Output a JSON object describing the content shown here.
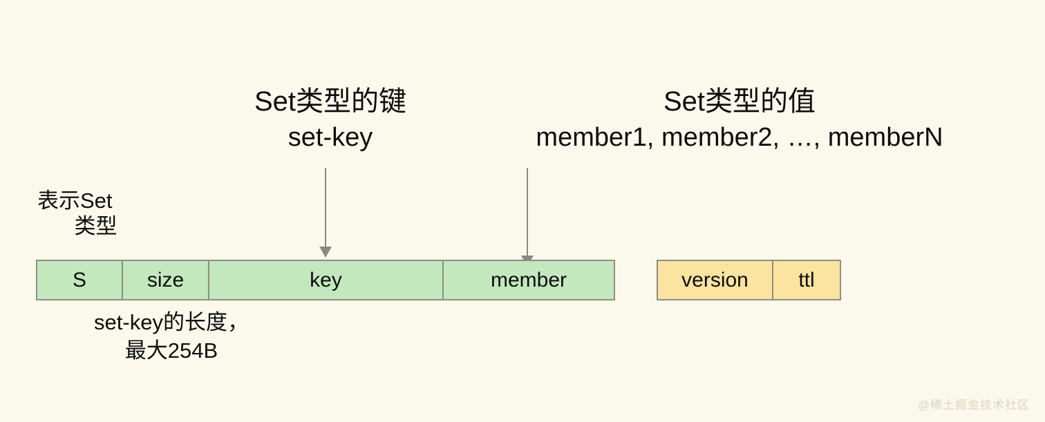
{
  "page": {
    "background_color": "#fbf8ec",
    "title": "Redis Set 类型编码结构示意图"
  },
  "annotations": {
    "key": {
      "line1": "Set类型的键",
      "line2": "set-key"
    },
    "value": {
      "line1": "Set类型的值",
      "line2": "member1, member2, …, memberN"
    },
    "type_marker": {
      "line1": "表示Set",
      "line2": "类型"
    },
    "size_note": {
      "line1": "set-key的长度，",
      "line2": "最大254B"
    }
  },
  "arrows": [
    {
      "name": "arrow-to-key",
      "target": "key",
      "color": "#8a8a80"
    },
    {
      "name": "arrow-to-member",
      "target": "member",
      "color": "#8a8a80"
    }
  ],
  "structure": {
    "key_record": {
      "fill_color": "#c3e8bd",
      "border_color": "#8d8d83",
      "fields": [
        {
          "label": "S"
        },
        {
          "label": "size"
        },
        {
          "label": "key"
        },
        {
          "label": "member"
        }
      ]
    },
    "value_record": {
      "fill_color": "#fbe4a0",
      "border_color": "#8d8d83",
      "fields": [
        {
          "label": "version"
        },
        {
          "label": "ttl"
        }
      ]
    }
  },
  "watermark": {
    "text": "@稀土掘金技术社区"
  }
}
